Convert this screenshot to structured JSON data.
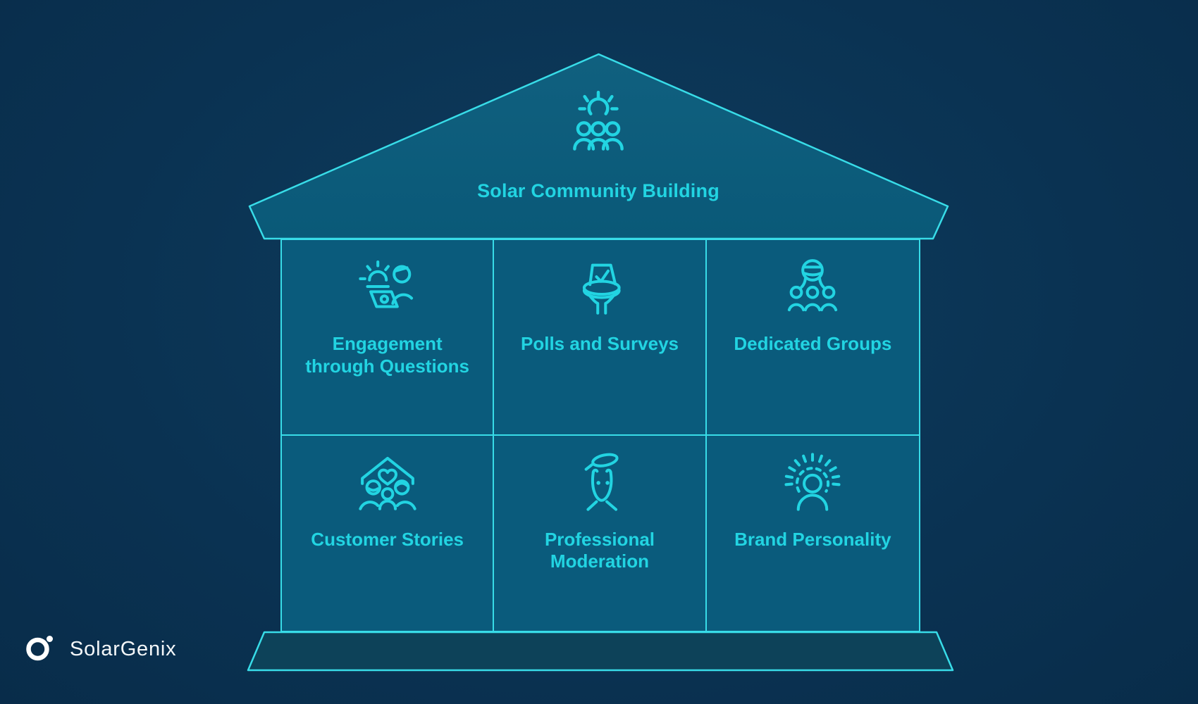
{
  "page": {
    "background_color": "#0a3252",
    "accent_text_color": "#22d4e2",
    "line_color": "#38dce8",
    "panel_color": "#0a5b7c",
    "base_color": "#0d4259"
  },
  "roof": {
    "title": "Solar Community Building",
    "icon": "sun-community-icon"
  },
  "cells": [
    {
      "label": "Engagement through Questions",
      "icon": "sunrise-laptop-person-icon"
    },
    {
      "label": "Polls and Surveys",
      "icon": "ballot-box-icon"
    },
    {
      "label": "Dedicated Groups",
      "icon": "globe-group-icon"
    },
    {
      "label": "Customer Stories",
      "icon": "family-home-heart-icon"
    },
    {
      "label": "Professional Moderation",
      "icon": "magnifier-face-icon"
    },
    {
      "label": "Brand Personality",
      "icon": "radiant-person-icon"
    }
  ],
  "logo": {
    "text": "SolarGenix"
  }
}
